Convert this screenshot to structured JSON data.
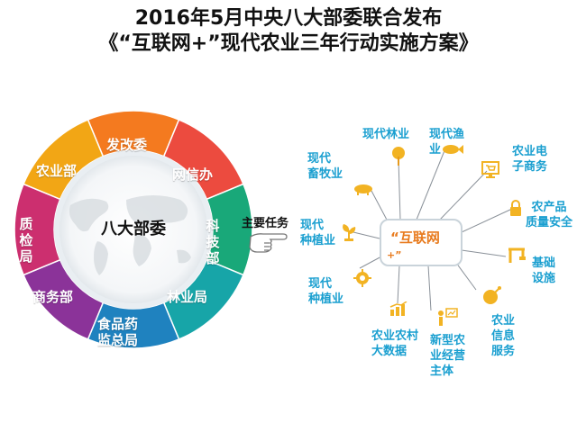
{
  "title": {
    "line1": "2016年5月中央八大部委联合发布",
    "line2": "《“互联网+”现代农业三年行动实施方案》"
  },
  "ring": {
    "center_label": "八大部委",
    "segments": [
      {
        "label": "发改委",
        "color": "#f47a1f"
      },
      {
        "label": "网信办",
        "color": "#ec4b3f"
      },
      {
        "label": "科技部",
        "color": "#19a879"
      },
      {
        "label": "林业局",
        "color": "#17a5a8"
      },
      {
        "label": "食品药监总局",
        "line1": "食品药",
        "line2": "监总局",
        "color": "#1f82bf"
      },
      {
        "label": "商务部",
        "color": "#8b3399"
      },
      {
        "label": "质检局",
        "color": "#cc2f6f"
      },
      {
        "label": "农业部",
        "color": "#f2a615"
      }
    ]
  },
  "connector": {
    "label": "主要任务",
    "icon": "pointing-hand-icon"
  },
  "hub": {
    "label": "“互联网",
    "suffix": "+”",
    "accent": "#e87b1e"
  },
  "tasks": [
    {
      "label": "现代林业",
      "icon": "tree-icon"
    },
    {
      "label": "现代渔业",
      "line1": "现代渔",
      "line2": "业",
      "icon": "fish-icon"
    },
    {
      "label": "农业电子商务",
      "line1": "农业电",
      "line2": "子商务",
      "icon": "shopping-cart-monitor-icon"
    },
    {
      "label": "现代畜牧业",
      "line1": "现代",
      "line2": "畜牧业",
      "icon": "pig-icon"
    },
    {
      "label": "农产品质量安全",
      "line1": "农产品",
      "line2": "质量安全",
      "icon": "lock-icon"
    },
    {
      "label": "现代种植业",
      "line1": "现代",
      "line2": "种植业",
      "icon": "sprout-icon"
    },
    {
      "label": "基础设施",
      "line1": "基础",
      "line2": "设施",
      "icon": "crane-icon"
    },
    {
      "label": "现代种植业",
      "line1": "现代",
      "line2": "种植业",
      "icon": "plant-gear-icon"
    },
    {
      "label": "农业农村大数据",
      "line1": "农业农村",
      "line2": "大数据",
      "icon": "bar-chart-icon"
    },
    {
      "label": "新型农业经营主体",
      "line1": "新型农",
      "line2": "业经营",
      "line3": "主体",
      "icon": "farmer-board-icon"
    },
    {
      "label": "农业信息服务",
      "line1": "农业",
      "line2": "信息",
      "line3": "服务",
      "icon": "satellite-dish-icon"
    }
  ],
  "colors": {
    "task_text": "#1a9fd0",
    "icon": "#f2b323",
    "line": "#8a9199"
  }
}
